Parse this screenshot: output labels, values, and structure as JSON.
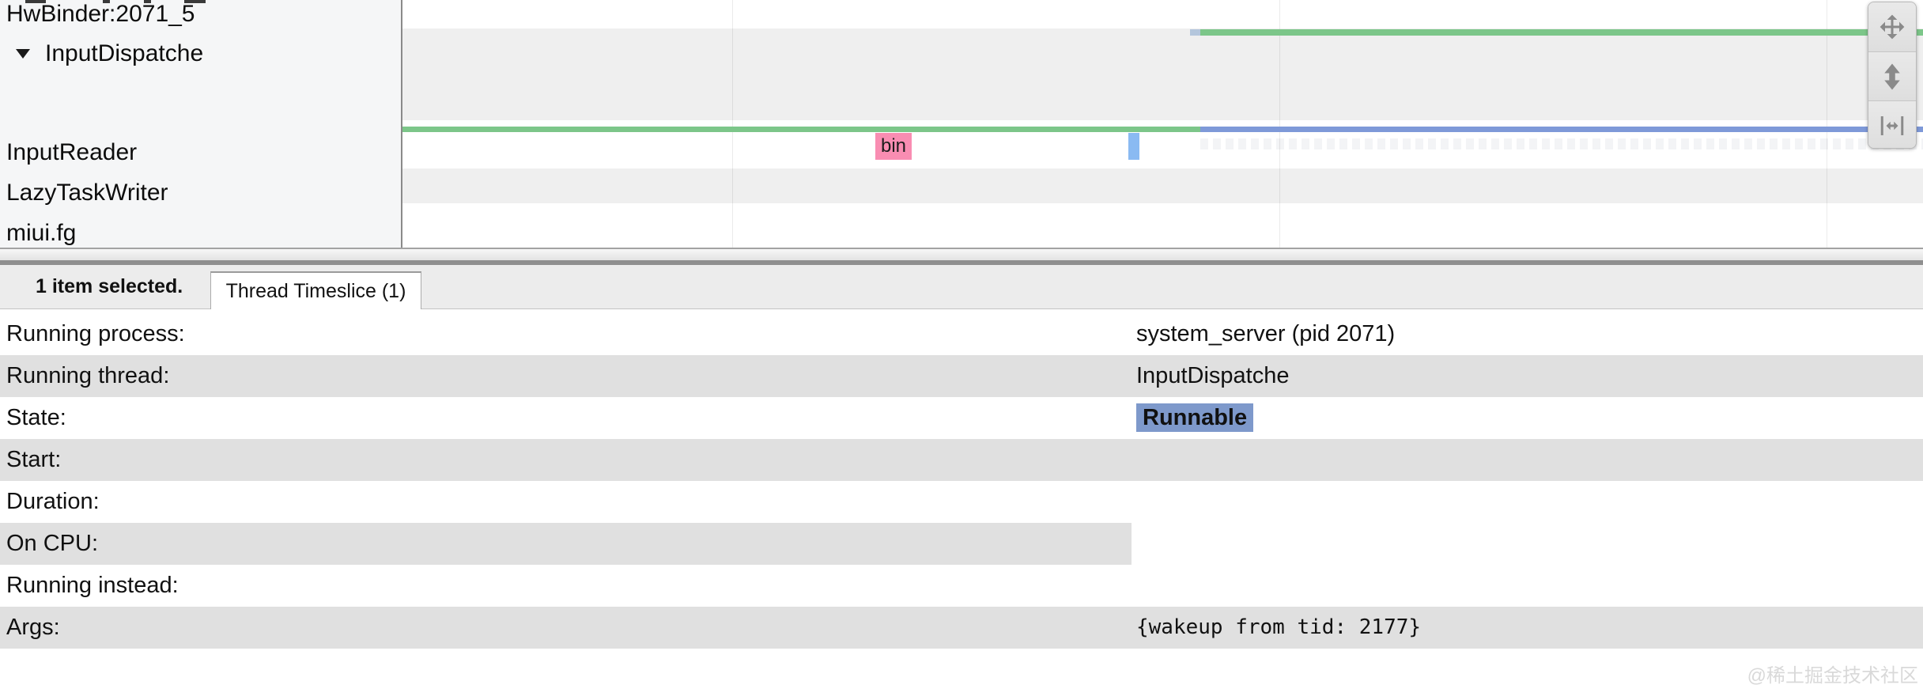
{
  "colors": {
    "running_green": "#7cc689",
    "runnable_state_blue": "#7e99d8",
    "pre_running_cap_blue": "#b4c6dc",
    "wakeup_light_blue": "#8abaf2",
    "slice_pink": "#f98db2",
    "selection_highlight_blue": "#7e99cb"
  },
  "timeline": {
    "threads": [
      {
        "label": "HwBinder:2071_5",
        "expanded": false
      },
      {
        "label": "InputDispatche",
        "expanded": true
      },
      {
        "label": "InputReader",
        "expanded": false
      },
      {
        "label": "LazyTaskWriter",
        "expanded": false
      },
      {
        "label": "miui.fg",
        "expanded": false
      }
    ],
    "slices": [
      {
        "label": "bin",
        "color_key": "slice_pink"
      }
    ],
    "icons": {
      "expander": "triangle-down-icon"
    }
  },
  "toolbar": {
    "buttons": [
      {
        "icon": "pan-icon"
      },
      {
        "icon": "vertical-zoom-icon"
      },
      {
        "icon": "fit-width-icon"
      }
    ]
  },
  "status_bar": {
    "selected_text": "1 item selected.",
    "tab_label": "Thread Timeslice (1)"
  },
  "details": {
    "rows": [
      {
        "label": "Running process:",
        "value": "system_server (pid 2071)"
      },
      {
        "label": "Running thread:",
        "value": "InputDispatche"
      },
      {
        "label": "State:",
        "value": "Runnable",
        "highlighted": true
      },
      {
        "label": "Start:",
        "value": ""
      },
      {
        "label": "Duration:",
        "value": ""
      },
      {
        "label": "On CPU:",
        "value": ""
      },
      {
        "label": "Running instead:",
        "value": ""
      },
      {
        "label": "Args:",
        "value": "{wakeup from tid: 2177}",
        "mono": true
      }
    ]
  },
  "watermark": "@稀土掘金技术社区"
}
